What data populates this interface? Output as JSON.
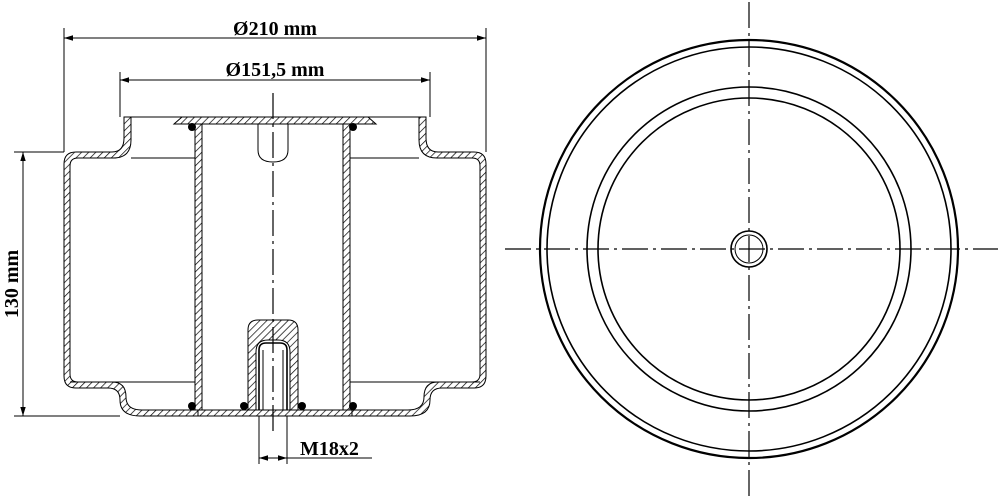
{
  "dimensions": {
    "outer_diameter": "Ø210 mm",
    "inner_diameter": "Ø151,5 mm",
    "height": "130 mm",
    "thread": "M18x2"
  },
  "colors": {
    "line": "#000000",
    "background": "#ffffff"
  }
}
